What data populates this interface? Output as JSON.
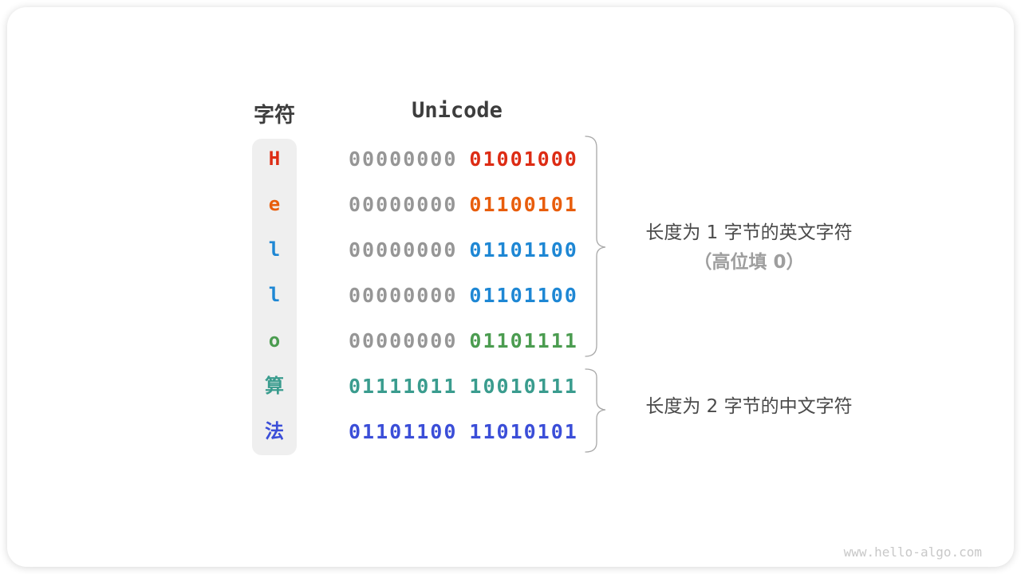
{
  "diagram": {
    "headers": {
      "char": "字符",
      "unicode": "Unicode"
    },
    "rows": [
      {
        "char": "H",
        "char_color": "#dd2c14",
        "byte1": "00000000",
        "byte1_color": "#969696",
        "byte2": "01001000",
        "byte2_color": "#dd2c14"
      },
      {
        "char": "e",
        "char_color": "#e85d0c",
        "byte1": "00000000",
        "byte1_color": "#969696",
        "byte2": "01100101",
        "byte2_color": "#e85d0c"
      },
      {
        "char": "l",
        "char_color": "#1e87d4",
        "byte1": "00000000",
        "byte1_color": "#969696",
        "byte2": "01101100",
        "byte2_color": "#1e87d4"
      },
      {
        "char": "l",
        "char_color": "#1e87d4",
        "byte1": "00000000",
        "byte1_color": "#969696",
        "byte2": "01101100",
        "byte2_color": "#1e87d4"
      },
      {
        "char": "o",
        "char_color": "#4b9c50",
        "byte1": "00000000",
        "byte1_color": "#969696",
        "byte2": "01101111",
        "byte2_color": "#4b9c50"
      },
      {
        "char": "算",
        "char_color": "#3a9c8e",
        "byte1": "01111011",
        "byte1_color": "#3a9c8e",
        "byte2": "10010111",
        "byte2_color": "#3a9c8e"
      },
      {
        "char": "法",
        "char_color": "#3b4ed8",
        "byte1": "01101100",
        "byte1_color": "#3b4ed8",
        "byte2": "11010101",
        "byte2_color": "#3b4ed8"
      }
    ],
    "annotations": {
      "english": {
        "line1": "长度为 1 字节的英文字符",
        "line2": "（高位填 0）"
      },
      "chinese": {
        "line1": "长度为 2 字节的中文字符"
      }
    },
    "watermark": "www.hello-algo.com",
    "colors": {
      "gray_byte": "#969696",
      "header_text": "#3d3d3d",
      "annotation_text": "#4a4a4a",
      "annotation_muted": "#9e9e9e",
      "column_bg": "#efefef",
      "brace": "#a8a8a8",
      "red": "#dd2c14",
      "orange": "#e85d0c",
      "blue": "#1e87d4",
      "green": "#4b9c50",
      "teal": "#3a9c8e",
      "royal_blue": "#3b4ed8"
    }
  }
}
